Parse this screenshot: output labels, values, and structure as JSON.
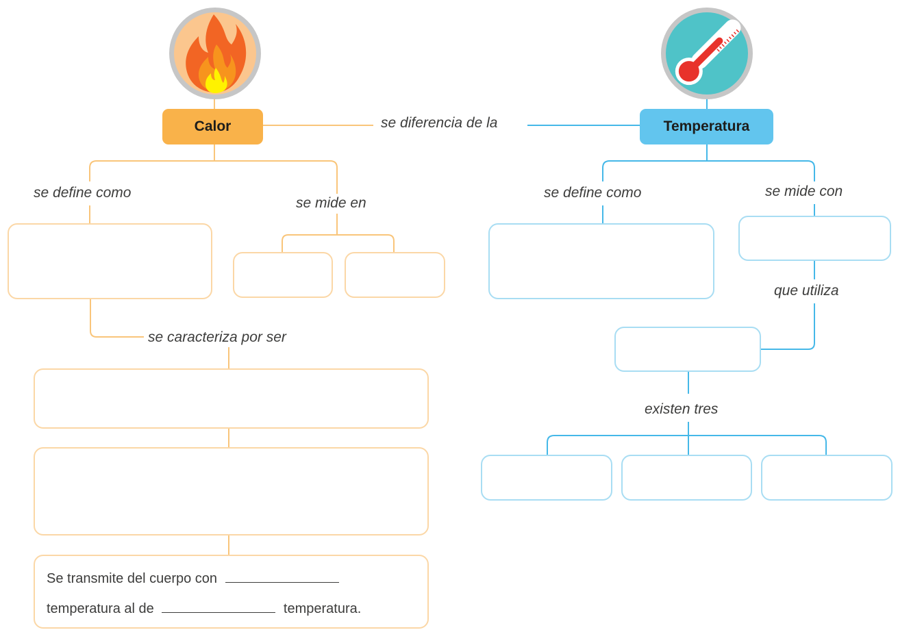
{
  "calor": {
    "title": "Calor",
    "label_define": "se define como",
    "label_mide": "se mide en",
    "label_caracteriza": "se caracteriza por ser",
    "transmission_line1": "Se transmite del cuerpo con",
    "transmission_line2a": "temperatura al de",
    "transmission_line2b": "temperatura."
  },
  "link_label": "se diferencia de la",
  "temperatura": {
    "title": "Temperatura",
    "label_define": "se define como",
    "label_mide_con": "se mide con",
    "label_utiliza": "que utiliza",
    "label_existen": "existen tres"
  },
  "icons": {
    "calor_icon": "flame-icon",
    "temperatura_icon": "thermometer-icon"
  },
  "colors": {
    "calor_accent": "#f9b24a",
    "temperatura_accent": "#62c5ee",
    "calor_box_border": "#fbd7a6",
    "temperatura_box_border": "#a8ddf3"
  }
}
